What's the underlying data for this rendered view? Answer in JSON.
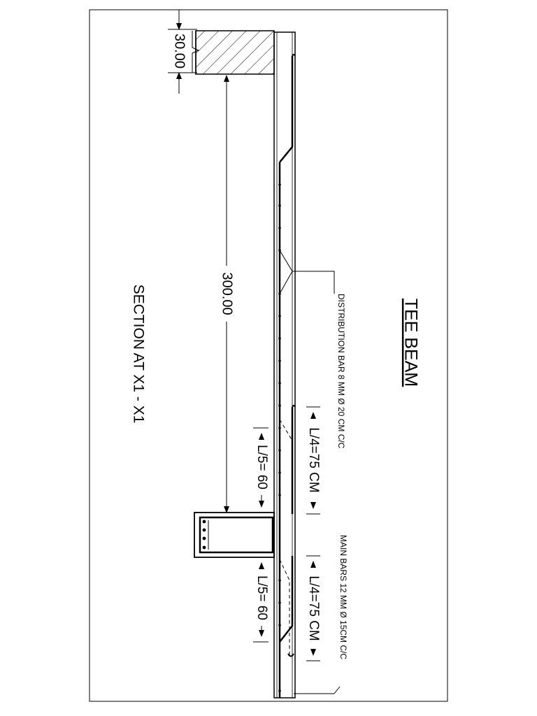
{
  "title": "TEE BEAM",
  "section_label": "SECTION AT X1 - X1",
  "dimensions": {
    "slab_thickness": "30.00",
    "span": "300.00",
    "l4_top": "L/4=75 CM",
    "l4_bottom": "L/4=75 CM",
    "l5_top": "L/5= 60",
    "l5_bottom": "L/5= 60"
  },
  "notes": {
    "distribution_bar": "DISTRIBUTION BAR 8 MM Ø 20 CM C/C",
    "main_bars": "MAIN BARS  12 MM Ø 15CM C/C"
  }
}
